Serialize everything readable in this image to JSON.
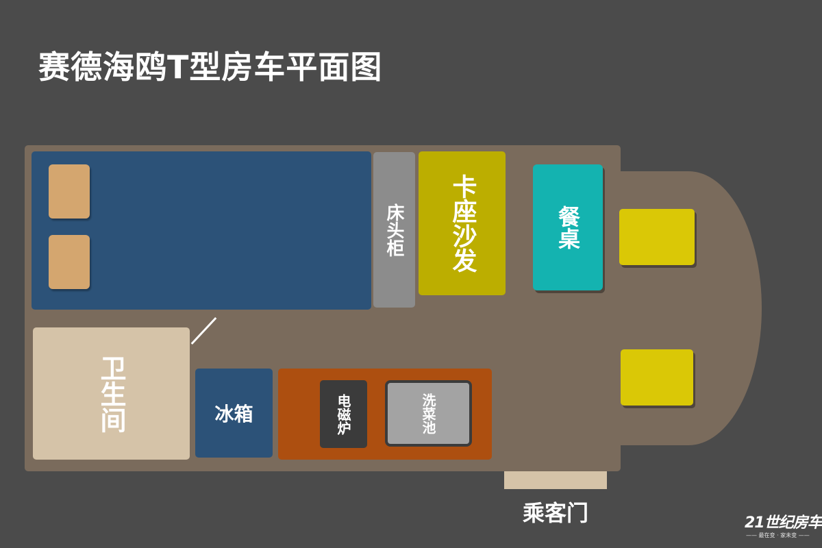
{
  "title": "赛德海鸥T型房车平面图",
  "zones": {
    "nightstand": "床头柜",
    "sofa": "卡座沙发",
    "dining_table": "餐桌",
    "bathroom": "卫生间",
    "fridge": "冰箱",
    "induction_cooker": "电磁炉",
    "sink": "洗菜池",
    "passenger_door": "乘客门"
  },
  "logo": {
    "main": "21世纪房车",
    "tagline": "—— 最在变 · 家未变 ——"
  }
}
